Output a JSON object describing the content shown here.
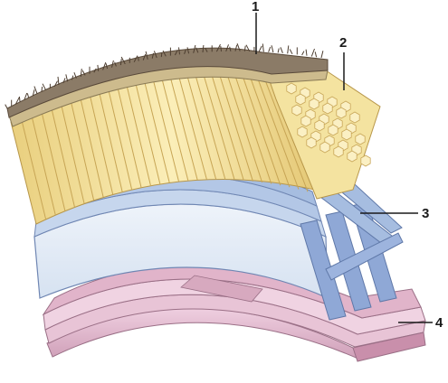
{
  "figure": {
    "callouts": [
      {
        "id": "1",
        "label": "1"
      },
      {
        "id": "2",
        "label": "2"
      },
      {
        "id": "3",
        "label": "3"
      },
      {
        "id": "4",
        "label": "4"
      }
    ]
  },
  "colors": {
    "background": "#ffffff",
    "epidermis_top": "#8a7a66",
    "epidermis_bristle": "#5a4a3a",
    "cuticle_band": "#c9b98a",
    "columnar_cells": "#f2df9a",
    "columnar_cells_shade": "#d9bf6a",
    "cell_ends": "#f6e7a6",
    "blue_layer": "#bcd0ea",
    "blue_layer_edge": "#6f86b3",
    "blue_face": "#e3ecf7",
    "pink_layer": "#e6bfd2",
    "pink_layer_edge": "#9a6f86",
    "leader_line": "#1a1a1a"
  }
}
